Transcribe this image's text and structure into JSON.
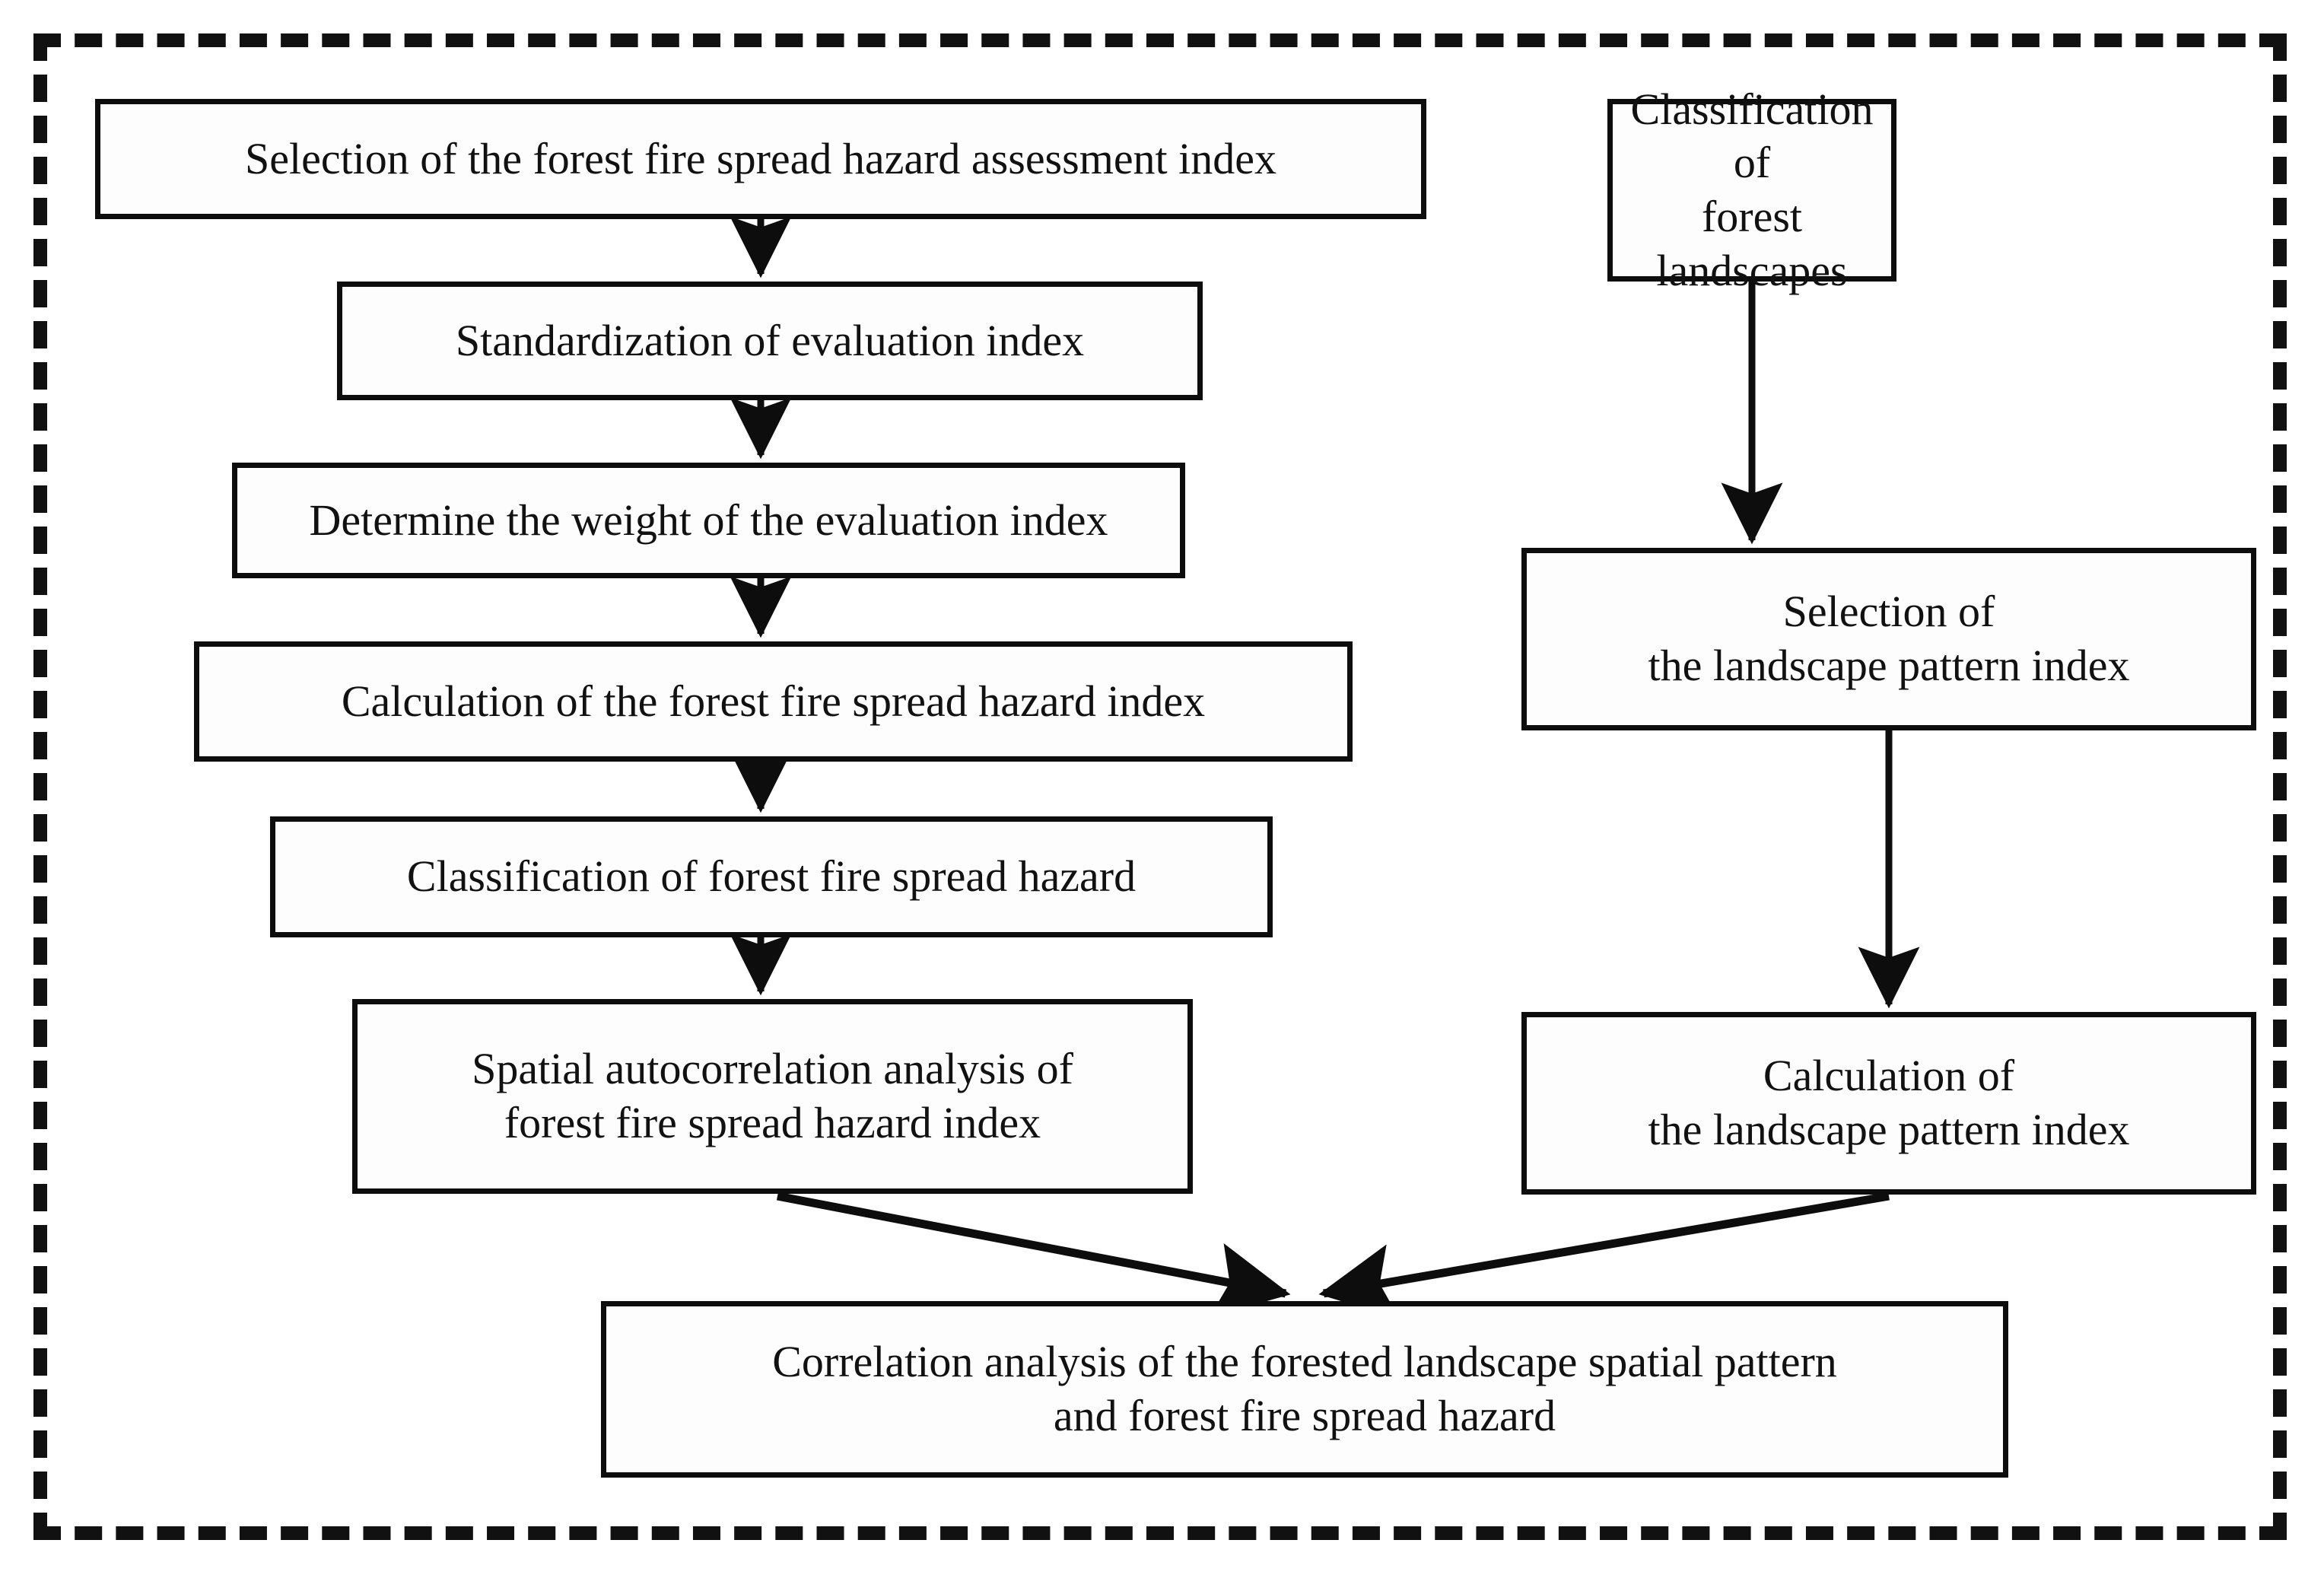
{
  "diagram": {
    "type": "flowchart",
    "title": "Forest fire spread hazard and forested landscape spatial pattern analysis workflow",
    "frame": {
      "style": "dashed",
      "color": "#111111"
    },
    "box_border_color": "#0d0d0d",
    "background_color": "#ffffff",
    "nodes": [
      {
        "id": "index-selection",
        "column": "left",
        "order": 1,
        "text": "Selection of the forest fire spread hazard assessment index"
      },
      {
        "id": "standardization",
        "column": "left",
        "order": 2,
        "text": "Standardization of evaluation index"
      },
      {
        "id": "weight",
        "column": "left",
        "order": 3,
        "text": "Determine the weight of the evaluation index"
      },
      {
        "id": "hazard-index",
        "column": "left",
        "order": 4,
        "text": "Calculation of the forest fire spread hazard index"
      },
      {
        "id": "hazard-class",
        "column": "left",
        "order": 5,
        "text": "Classification of forest fire spread hazard"
      },
      {
        "id": "autocorrelation",
        "column": "left",
        "order": 6,
        "text": "Spatial autocorrelation analysis of\nforest fire spread hazard index"
      },
      {
        "id": "landscape-class",
        "column": "right",
        "order": 1,
        "text": "Classification of\nforest landscapes"
      },
      {
        "id": "lpi-selection",
        "column": "right",
        "order": 2,
        "text": "Selection of\nthe landscape pattern index"
      },
      {
        "id": "lpi-calculation",
        "column": "right",
        "order": 3,
        "text": "Calculation of\nthe landscape pattern index"
      },
      {
        "id": "correlation",
        "column": "bottom",
        "order": 1,
        "text": "Correlation analysis of the forested landscape spatial pattern\nand forest fire spread hazard"
      }
    ],
    "edges": [
      {
        "from": "index-selection",
        "to": "standardization",
        "style": "arrow-down"
      },
      {
        "from": "standardization",
        "to": "weight",
        "style": "arrow-down"
      },
      {
        "from": "weight",
        "to": "hazard-index",
        "style": "arrow-down"
      },
      {
        "from": "hazard-index",
        "to": "hazard-class",
        "style": "arrow-down"
      },
      {
        "from": "hazard-class",
        "to": "autocorrelation",
        "style": "arrow-down"
      },
      {
        "from": "landscape-class",
        "to": "lpi-selection",
        "style": "arrow-down"
      },
      {
        "from": "lpi-selection",
        "to": "lpi-calculation",
        "style": "arrow-down"
      },
      {
        "from": "autocorrelation",
        "to": "correlation",
        "style": "arrow-diagonal-right"
      },
      {
        "from": "lpi-calculation",
        "to": "correlation",
        "style": "arrow-diagonal-left"
      }
    ]
  }
}
